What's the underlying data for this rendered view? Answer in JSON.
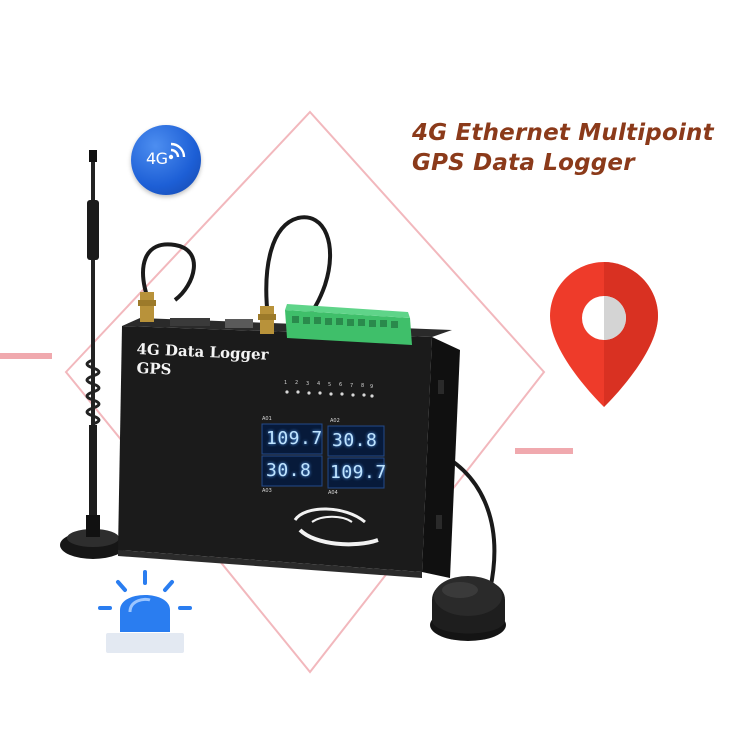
{
  "headline": {
    "line1": "4G Ethernet Multipoint",
    "line2": "GPS Data Logger"
  },
  "badge": {
    "label": "4G",
    "icon": "wifi-signal-icon"
  },
  "device": {
    "label_line1": "4G Data Logger",
    "label_line2": "GPS",
    "displays": [
      {
        "caption": "A01",
        "value": "109.7"
      },
      {
        "caption": "A02",
        "value": "30.8"
      },
      {
        "caption": "A03",
        "value": "30.8"
      },
      {
        "caption": "A04",
        "value": "109.7"
      }
    ],
    "led_numbers": [
      "1",
      "2",
      "3",
      "4",
      "5",
      "6",
      "7",
      "8",
      "9"
    ]
  },
  "icons": {
    "location": "location-pin-icon",
    "alarm": "alarm-light-icon"
  },
  "colors": {
    "diamond": "#f2b8bd",
    "accent_red": "#e8363a",
    "headline": "#8b3a1a",
    "badge_blue": "#1d5fd6",
    "alarm_blue": "#2a7df0",
    "device_body": "#1b1b1b",
    "terminal_green": "#3fbf6a"
  }
}
